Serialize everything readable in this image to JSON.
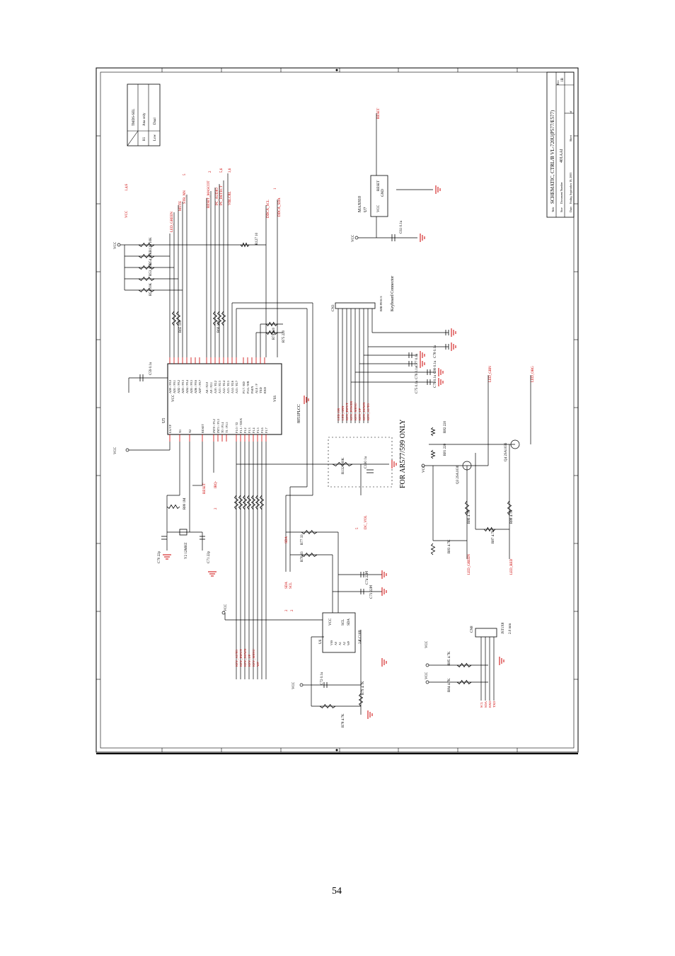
{
  "page_number": "54",
  "title_block": {
    "title": "SCHEMATIC, CTRL/B VL-720U(P577/E577)",
    "doc_number": "401AAI",
    "rev": "1B",
    "date": "Friday, September 19, 2003",
    "label_title": "Title",
    "label_size": "Size",
    "label_docnum": "Document Number",
    "label_rev": "Rev",
    "label_date": "Date:",
    "label_sheet": "Sheet",
    "label_of": "of"
  },
  "truth_table": {
    "header": "TMDS-SEL",
    "rows": [
      [
        "Hi",
        "Ana only"
      ],
      [
        "Low",
        "Dual"
      ]
    ]
  },
  "nets": {
    "vcc": "VCC",
    "reset_n": "RESET",
    "led_green": "LED_GREEN",
    "mute": "MUTE",
    "stb_nn": "STB_NN",
    "reset_mascot": "RESET_MASCOT",
    "pc_audio": "PC_AUDIO",
    "pc_detect": "PC_DETECT",
    "vblcrl": "VBLCRL",
    "ddc_scl": "DDCA_SCL",
    "ddc_sda": "DDCA_SDA",
    "reset_out": "RESET",
    "irq": "IRQ-",
    "dc_vol": "DC_VOL",
    "sda": "SDA",
    "scl": "SCL",
    "led_grn": "LED_GRN",
    "led_org": "LED_ORG",
    "led_red": "LED_RED",
    "led_green2": "LED_GREEN"
  },
  "refs": {
    "nums_top": "1,4,6",
    "nums_5": "5",
    "nums_1_5": "1",
    "nums_2": "2",
    "nums_5_6": "5,6",
    "nums_3_6": "3,6",
    "nums_2b": "2",
    "nums_4": "2",
    "nums_5b": "5",
    "nums_2c": "2",
    "nums_2d": "2"
  },
  "resistor_labels": {
    "r126": "R126 10K",
    "r54": "R54 10K",
    "r53": "R53 10K",
    "r51": "R51 10K",
    "r127": "R127 10",
    "r74": "R74 220",
    "r75": "R75 220",
    "r66": "R66 100",
    "r65": "R65 100",
    "r132": "R132 100K",
    "r80": "R80 1M",
    "r77": "R77 33",
    "r76": "R76 33",
    "r81": "R81 220",
    "r82": "R82 220",
    "r86": "R86 4.7K",
    "r88": "R88 4.7K",
    "r83": "R83 4.7K",
    "r87": "R87 4.7K",
    "r85": "R85 4.7K",
    "r84": "R84 4.7K",
    "r78": "R78 4.7K",
    "r79": "R79 4.7K"
  },
  "caps": {
    "c59": "C59 0.1u",
    "c61": "C61 0.1u",
    "c70": "C70 22p",
    "c71": "C71 22p",
    "c130": "C130 1u",
    "c73": "C73 22Pf",
    "c74": "C74 22Pf",
    "c72": "C72 0.1u",
    "c75": "C75 0.1u",
    "c76": "C76 0.1u",
    "c77": "C77 0.1u",
    "c78": "C78 0.1u",
    "c79": "C79 0.1u",
    "c80": "C80 0.1u"
  },
  "ics": {
    "u5": "U5",
    "u5_part": "8051PLCC",
    "u7": "U7",
    "u7_part": "MAX810",
    "u6": "U6",
    "u6_part": "24LC16B",
    "q3": "Q3 2SA1036",
    "q4": "Q4 2SA1036",
    "y2": "Y2 12MHZ",
    "cn3": "CN3",
    "cn3_part": "B8B-PH-K-S",
    "cn3_title": "Keyboard Connector",
    "cn8": "CN8",
    "cn8_part": "JST1X8",
    "cn8_pitch": "2.0 mm"
  },
  "u7_pins": {
    "vcc": "VCC",
    "gnd": "GND",
    "reset": "RESET"
  },
  "u6_pins": {
    "vcc": "VCC",
    "scl": "SCL",
    "sda": "SDA",
    "vss": "VSS",
    "a0": "A0",
    "a1": "A1",
    "a2": "A2",
    "wp": "WP"
  },
  "u5_left_pins": [
    "EA/VP",
    "X1",
    "X2",
    "RESET",
    "INT0 / P3.2",
    "INT1 / P3.3",
    "T0 / P3.4",
    "T1 / P3.5"
  ],
  "u5_top_pins": [
    "AD0 / P0.0",
    "AD1 / P0.1",
    "AD2 / P0.2",
    "AD3 / P0.3",
    "AD4 / P0.4",
    "AD5 / P0.5",
    "AD6 / P0.6",
    "AD7 / P0.7",
    "A8 / P2.0",
    "A9 / P2.1",
    "A10 / P2.2",
    "A11 / P2.3",
    "A12 / P2.4",
    "A13 / P2.5",
    "A14 / P2.6",
    "A15 / P2.7",
    "P3.7 / RD",
    "P3.6 / WR",
    "PSEN",
    "ALE / P",
    "TXD",
    "RXD"
  ],
  "u5_bottom_pins": [
    "P1.0 / T2",
    "P1.1 / T2EX",
    "P1.2",
    "P1.3",
    "P1.4",
    "P1.5",
    "P1.6",
    "P1.7"
  ],
  "keys": [
    "KEY_AUTO",
    "KEY_INPUT",
    "KEY_DOWN",
    "KEY_UP",
    "KEY_MENU",
    "WP"
  ],
  "keys_right": [
    "LED_OR",
    "LED_GRN",
    "KEY_INPUT",
    "KEY_POWER",
    "KEY_MENU",
    "KEY_UP",
    "KEY_DOWN",
    "KEY_AUTO"
  ],
  "cn8_nets": [
    "SCL",
    "SDA",
    "RXD",
    "TXD"
  ],
  "note": "FOR AR577/599 ONLY"
}
